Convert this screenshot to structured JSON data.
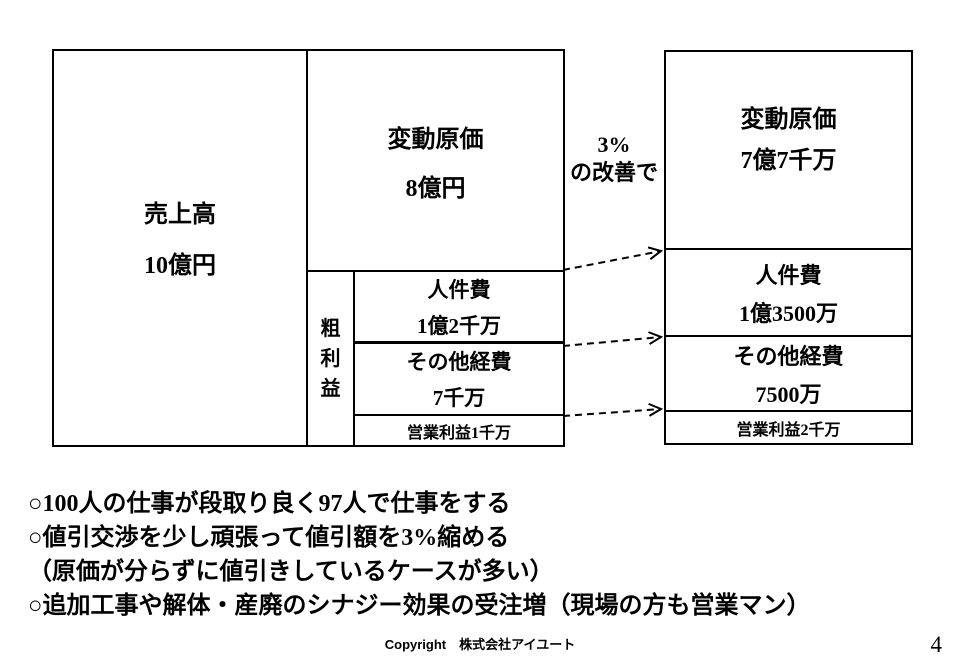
{
  "colors": {
    "ink": "#000000",
    "background": "#ffffff"
  },
  "before_chart": {
    "sales_label": "売上高",
    "sales_value": "10億円",
    "variable_cost_label": "変動原価",
    "variable_cost_value": "8億円",
    "gross_profit_chars": [
      "粗",
      "利",
      "益"
    ],
    "labor_label": "人件費",
    "labor_value": "1億2千万",
    "other_label": "その他経費",
    "other_value": "7千万",
    "operating_profit": "営業利益1千万"
  },
  "improvement": {
    "line1": "3%",
    "line2": "の改善で"
  },
  "after_chart": {
    "variable_cost_label": "変動原価",
    "variable_cost_value": "7億7千万",
    "labor_label": "人件費",
    "labor_value": "1億3500万",
    "other_label": "その他経費",
    "other_value": "7500万",
    "operating_profit": "営業利益2千万"
  },
  "notes": [
    "○100人の仕事が段取り良く97人で仕事をする",
    "○値引交渉を少し頑張って値引額を3%縮める",
    "（原価が分らずに値引きしているケースが多い）",
    "○追加工事や解体・産廃のシナジー効果の受注増（現場の方も営業マン）"
  ],
  "footer": {
    "copyright": "Copyright　株式会社アイユート",
    "page_number": "4"
  }
}
